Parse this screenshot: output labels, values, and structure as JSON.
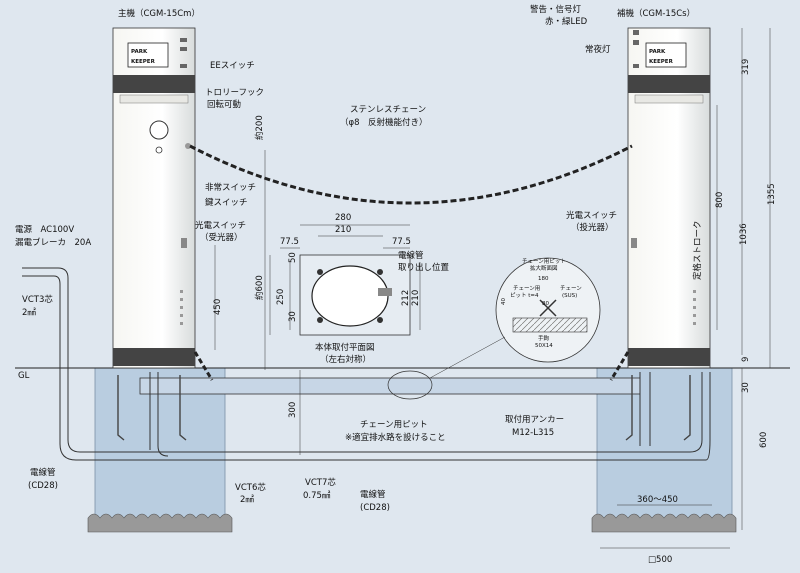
{
  "main_unit": {
    "title": "主機（CGM-15Cm）",
    "logo_line1": "PARK",
    "logo_line2": "KEEPER"
  },
  "sub_unit": {
    "title": "補機（CGM-15Cs）",
    "logo_line1": "PARK",
    "logo_line2": "KEEPER"
  },
  "labels": {
    "ee_switch": "EEスイッチ",
    "trolley_hook": "トロリーフック",
    "rotatable": "回転可動",
    "emergency_switch": "非常スイッチ",
    "key_switch": "鍵スイッチ",
    "photo_switch_rx": "光電スイッチ",
    "photo_switch_rx_sub": "（受光器）",
    "power_line1": "電源　AC100V",
    "power_line2": "漏電ブレーカ　20A",
    "vct3": "VCT3芯",
    "vct3_size": "2㎟",
    "gl": "GL",
    "conduit_left": "電線管",
    "conduit_left_size": "(CD28)",
    "vct6": "VCT6芯",
    "vct6_size": "2㎟",
    "vct7": "VCT7芯",
    "vct7_size": "0.75㎟",
    "conduit_mid": "電線管",
    "conduit_mid_size": "(CD28)",
    "chain_pit": "チェーン用ピット",
    "drain_note": "※適宜排水路を設けること",
    "anchor": "取付用アンカー",
    "anchor_size": "M12-L315",
    "stainless_chain": "ステンレスチェーン",
    "stainless_chain_sub": "（φ8　反射機能付き）",
    "warning_lamp": "警告・信号灯",
    "warning_lamp_sub": "赤・緑LED",
    "night_lamp": "常夜灯",
    "photo_switch_tx": "光電スイッチ",
    "photo_switch_tx_sub": "（投光器）",
    "stroke": "定格ストローク",
    "conduit_out": "電線管",
    "conduit_out_sub": "取り出し位置",
    "plan_view": "本体取付平面図",
    "plan_view_sub": "（左右対称）"
  },
  "dimensions": {
    "d280": "280",
    "d210_top": "210",
    "d77_5_left": "77.5",
    "d77_5_right": "77.5",
    "d50": "50",
    "d250": "250",
    "d30": "30",
    "d212": "212",
    "d210_side": "210",
    "d600_plan": "約600",
    "d200": "約200",
    "d450": "450",
    "d300": "300",
    "d319": "319",
    "d800": "800",
    "d1036": "1036",
    "d1355": "1355",
    "d9": "9",
    "d30_right": "30",
    "d600_right": "600",
    "d360_450": "360〜450",
    "d500": "□500"
  },
  "detail": {
    "title": "チェーン用ピット",
    "title_sub": "拡大断面図",
    "d180": "180",
    "chain_label": "チェーン用",
    "pit_label": "ピット t=4",
    "chain_label2": "チェーン",
    "sus": "(SUS)",
    "d80": "80",
    "d40": "40",
    "grip": "手鉤",
    "grip_size": "50X14"
  }
}
